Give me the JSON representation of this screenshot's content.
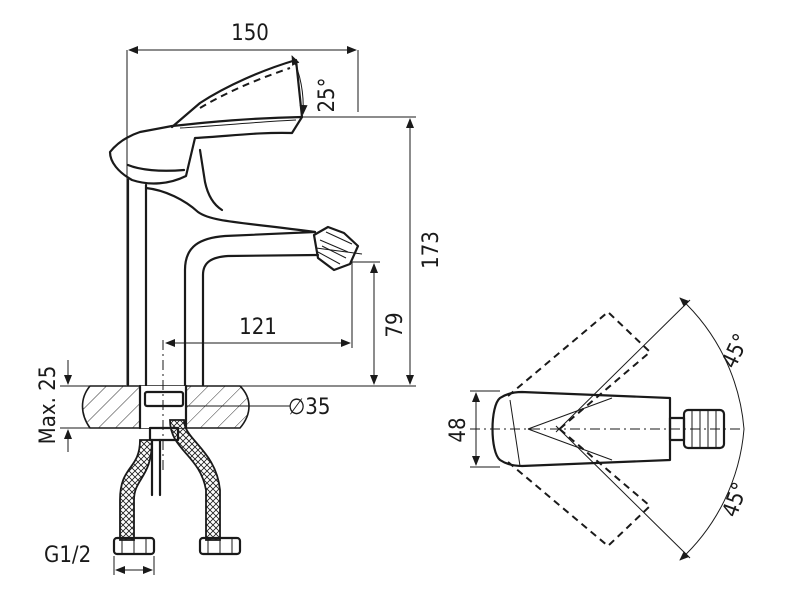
{
  "side_view": {
    "width_label": "150",
    "angle_label": "25°",
    "height_label": "173",
    "spout_reach_label": "121",
    "spout_height_label": "79",
    "deck_thickness_label": "Max. 25",
    "hole_diameter_label": "∅35",
    "thread_label": "G1/2"
  },
  "top_view": {
    "width_label": "48",
    "angle_top_label": "45°",
    "angle_bottom_label": "45°"
  }
}
